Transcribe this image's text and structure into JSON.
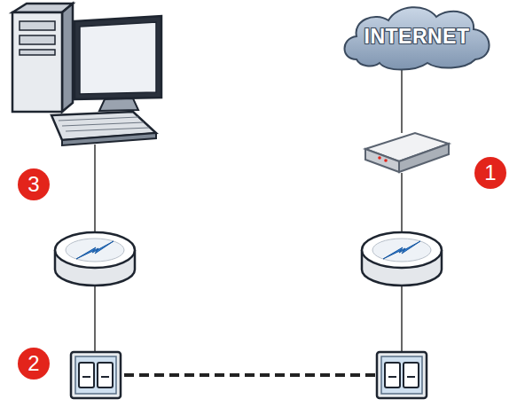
{
  "diagram": {
    "nodes": [
      {
        "text": [
          "INTERNET"
        ]
      }
    ],
    "labels": [
      "3",
      "1",
      "2"
    ]
  }
}
